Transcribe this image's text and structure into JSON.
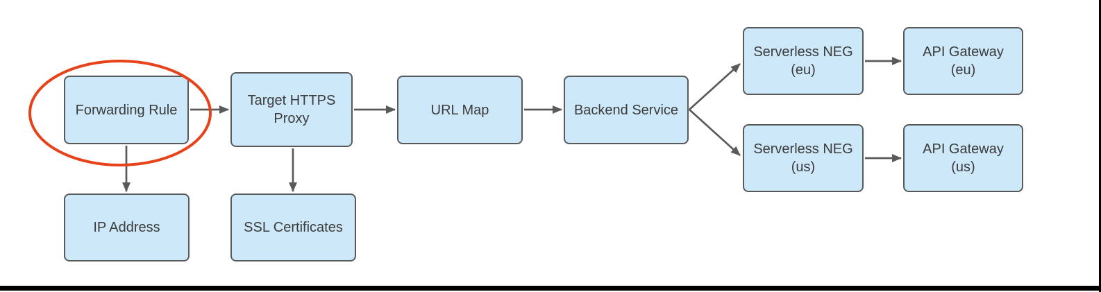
{
  "diagram": {
    "type": "flowchart",
    "nodes": [
      {
        "id": "forwarding-rule",
        "label": "Forwarding Rule",
        "highlighted": true
      },
      {
        "id": "target-https-proxy",
        "label": "Target HTTPS\nProxy",
        "highlighted": false
      },
      {
        "id": "url-map",
        "label": "URL Map",
        "highlighted": false
      },
      {
        "id": "backend-service",
        "label": "Backend Service",
        "highlighted": false
      },
      {
        "id": "serverless-neg-eu",
        "label": "Serverless NEG\n(eu)",
        "highlighted": false
      },
      {
        "id": "api-gateway-eu",
        "label": "API Gateway\n(eu)",
        "highlighted": false
      },
      {
        "id": "serverless-neg-us",
        "label": "Serverless NEG\n(us)",
        "highlighted": false
      },
      {
        "id": "api-gateway-us",
        "label": "API Gateway\n(us)",
        "highlighted": false
      },
      {
        "id": "ip-address",
        "label": "IP Address",
        "highlighted": false
      },
      {
        "id": "ssl-certificates",
        "label": "SSL Certificates",
        "highlighted": false
      }
    ],
    "edges": [
      {
        "from": "forwarding-rule",
        "to": "target-https-proxy"
      },
      {
        "from": "target-https-proxy",
        "to": "url-map"
      },
      {
        "from": "url-map",
        "to": "backend-service"
      },
      {
        "from": "backend-service",
        "to": "serverless-neg-eu"
      },
      {
        "from": "backend-service",
        "to": "serverless-neg-us"
      },
      {
        "from": "serverless-neg-eu",
        "to": "api-gateway-eu"
      },
      {
        "from": "serverless-neg-us",
        "to": "api-gateway-us"
      },
      {
        "from": "forwarding-rule",
        "to": "ip-address"
      },
      {
        "from": "target-https-proxy",
        "to": "ssl-certificates"
      }
    ],
    "annotation": {
      "shape": "ellipse",
      "around": "forwarding-rule",
      "color": "#e8421a"
    },
    "colors": {
      "node_fill": "#cde8f8",
      "node_border": "#58595b",
      "arrow": "#5a5a5a",
      "text": "#3b3b3b",
      "highlight": "#e8421a",
      "frame": "#000000"
    }
  }
}
